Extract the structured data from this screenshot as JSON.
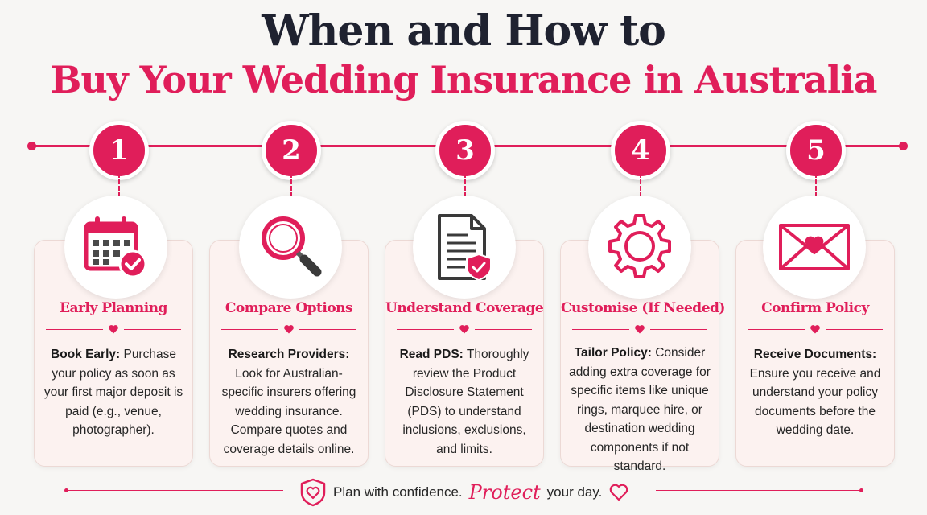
{
  "title": {
    "line1": "When and How to",
    "line2": "Buy Your Wedding Insurance in Australia"
  },
  "accent_color": "#e01e5a",
  "steps": [
    {
      "number": "1",
      "icon": "calendar-check-icon",
      "title": "Early Planning",
      "bold": "Book Early:",
      "text": " Purchase your policy as soon as your first major deposit is paid (e.g., venue, photographer)."
    },
    {
      "number": "2",
      "icon": "magnifier-icon",
      "title": "Compare Options",
      "bold": "Research Providers:",
      "text": " Look for Australian-specific insurers offering wedding insurance. Compare quotes and coverage details online."
    },
    {
      "number": "3",
      "icon": "document-shield-icon",
      "title": "Understand Coverage",
      "bold": "Read PDS:",
      "text": " Thoroughly review the Product Disclosure Statement (PDS) to understand inclusions, exclusions, and limits."
    },
    {
      "number": "4",
      "icon": "gear-icon",
      "title": "Customise (If Needed)",
      "bold": "Tailor Policy:",
      "text": " Consider adding extra coverage for specific items like unique rings, marquee hire, or destination wedding components if not standard."
    },
    {
      "number": "5",
      "icon": "envelope-heart-icon",
      "title": "Confirm Policy",
      "bold": "Receive Documents:",
      "text": " Ensure you receive and understand your policy documents before the wedding date."
    }
  ],
  "footer": {
    "text1": "Plan with confidence.",
    "script": "Protect",
    "text2": "your day."
  }
}
